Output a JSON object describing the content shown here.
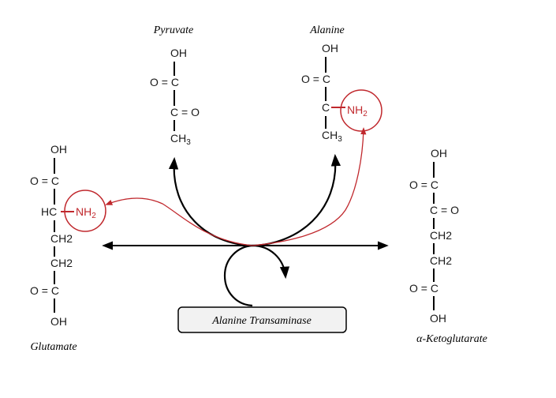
{
  "molecules": {
    "pyruvate": {
      "name": "Pyruvate",
      "oh": "OH",
      "carboxyl_o": "O = C",
      "keto": "C = O",
      "methyl_c": "CH",
      "methyl_sub": "3"
    },
    "alanine": {
      "name": "Alanine",
      "oh": "OH",
      "carboxyl_o": "O = C",
      "alpha_c": "C",
      "amino": "NH",
      "amino_sub": "2",
      "methyl_c": "CH",
      "methyl_sub": "3"
    },
    "glutamate": {
      "name": "Glutamate",
      "oh_top": "OH",
      "carboxyl_top": "O = C",
      "alpha_c": "HC",
      "amino": "NH",
      "amino_sub": "2",
      "ch2_a": "CH2",
      "ch2_b": "CH2",
      "carboxyl_bottom": "O = C",
      "oh_bottom": "OH"
    },
    "ketoglutarate": {
      "name": "α-Ketoglutarate",
      "oh_top": "OH",
      "carboxyl_top": "O = C",
      "keto": "C = O",
      "ch2_a": "CH2",
      "ch2_b": "CH2",
      "carboxyl_bottom": "O = C",
      "oh_bottom": "OH"
    }
  },
  "enzyme": {
    "label": "Alanine Transaminase"
  },
  "colors": {
    "amino_group": "#c0282d",
    "arrows": "#000000",
    "enzyme_box_fill": "#f2f2f2"
  }
}
